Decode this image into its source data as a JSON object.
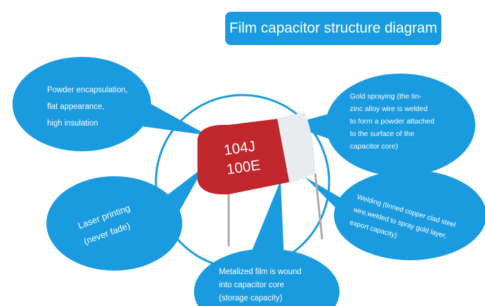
{
  "title": "Film capacitor structure diagram",
  "capacitor_marking": [
    "104J",
    "100E"
  ],
  "callouts": {
    "encapsulation": [
      "Powder encapsulation,",
      "flat appearance,",
      "high insulation"
    ],
    "gold_spraying": [
      "Gold spraying (the tin-",
      "zinc alloy wire is welded",
      "to form a powder attached",
      "to the surface of the",
      "capacitor core)"
    ],
    "laser": [
      "Laser printing",
      "(never fade)"
    ],
    "welding": [
      "Welding (tinned copper clad steel",
      "wire,welded to spray gold layer,",
      "export capacity)"
    ],
    "film": [
      "Metalized film is wound",
      "into capacitor core",
      "(storage capacity)"
    ]
  },
  "colors": {
    "accent": "#1a9be0",
    "capacitor": "#c0262c"
  }
}
